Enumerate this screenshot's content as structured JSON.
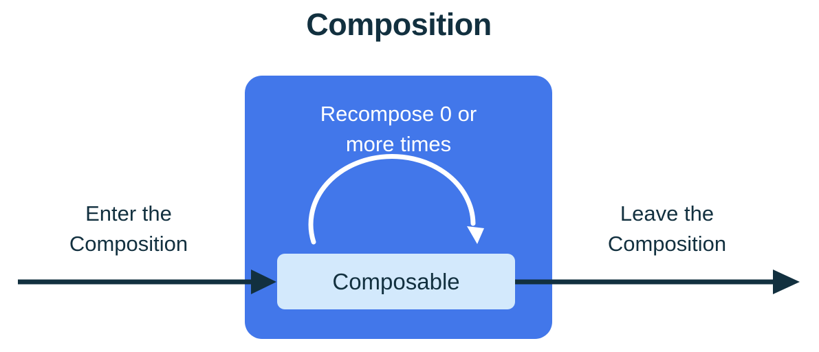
{
  "title": "Composition",
  "colors": {
    "ink": "#12303F",
    "box-blue": "#4277EA",
    "box-light": "#D3E9FC",
    "arc": "#FFFFFF"
  },
  "composition": {
    "recompose_label": "Recompose 0 or\nmore times",
    "composable_label": "Composable"
  },
  "labels": {
    "enter": "Enter the\nComposition",
    "leave": "Leave the\nComposition"
  }
}
